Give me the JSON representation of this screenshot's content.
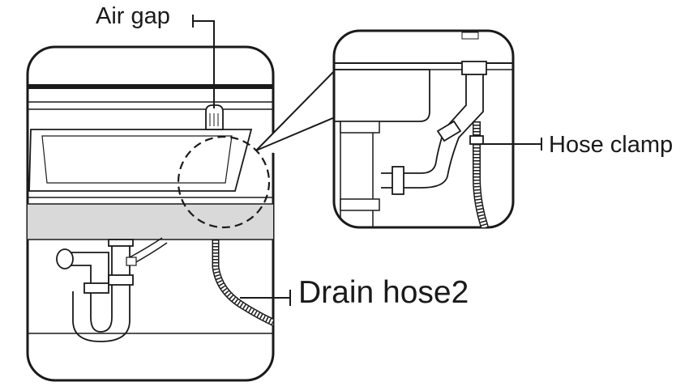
{
  "callouts": {
    "air_gap": "Air gap",
    "hose_clamp": "Hose clamp",
    "drain_hose": "Drain hose2"
  },
  "colors": {
    "line": "#1a1a1a",
    "fill": "#ffffff",
    "shade": "#d9d9d9"
  }
}
